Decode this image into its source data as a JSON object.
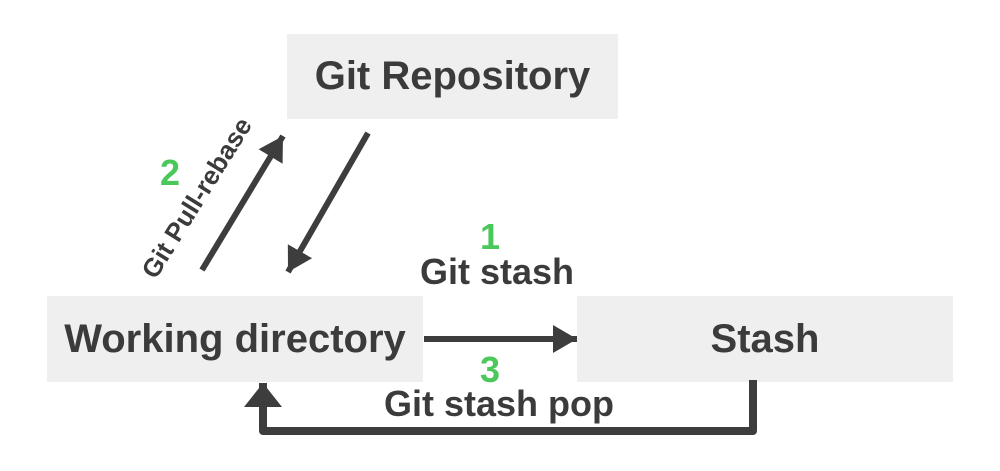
{
  "diagram": {
    "nodes": [
      {
        "id": "git-repository",
        "label": "Git Repository"
      },
      {
        "id": "working-directory",
        "label": "Working directory"
      },
      {
        "id": "stash",
        "label": "Stash"
      }
    ],
    "edges": [
      {
        "step": "1",
        "label": "Git stash",
        "from": "working-directory",
        "to": "stash",
        "direction": "right"
      },
      {
        "step": "2",
        "label": "Git Pull-rebase",
        "from": "working-directory",
        "to": "git-repository",
        "direction": "bidirectional-diagonal"
      },
      {
        "step": "3",
        "label": "Git stash pop",
        "from": "stash",
        "to": "working-directory",
        "direction": "loop-back"
      }
    ],
    "colors": {
      "node_background": "#efefef",
      "text": "#3b3b3b",
      "arrow": "#3d3d3d",
      "step_number_green": "#4bc85a",
      "page_background": "#ffffff"
    }
  }
}
